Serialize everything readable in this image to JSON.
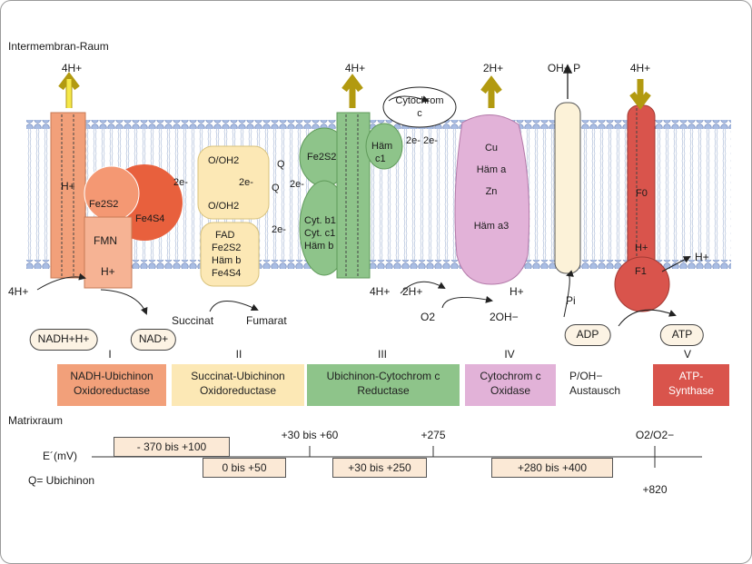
{
  "regions": {
    "intermembrane": "Intermembran-Raum",
    "matrix": "Matrixraum"
  },
  "proton_outputs": {
    "complex1": "4H+",
    "complex3": "4H+",
    "complex4": "2H+",
    "antiporter": "OH+ P",
    "atp_synthase": "4H+"
  },
  "complex1": {
    "fe2s2": "Fe2S2",
    "fe4s4": "Fe4S4",
    "fmn": "FMN",
    "h_top": "H+",
    "h_bottom": "H+",
    "h_in": "4H+",
    "substrate": "NADH+H+",
    "product": "NAD+",
    "roman": "I",
    "name_line1": "NADH-Ubichinon",
    "name_line2": "Oxidoreductase"
  },
  "complex2": {
    "oo1": "O/OH2",
    "oo2": "O/OH2",
    "e_left": "2e-",
    "e_right": "2e-",
    "fad": "FAD",
    "fe2s2": "Fe2S2",
    "hamb": "Häm b",
    "fe4s4": "Fe4S4",
    "substrate": "Succinat",
    "product": "Fumarat",
    "roman": "II",
    "name_line1": "Succinat-Ubichinon",
    "name_line2": "Oxidoreductase"
  },
  "q_labels": {
    "q1": "Q",
    "q2": "Q",
    "e1": "2e-",
    "e2": "2e-"
  },
  "complex3": {
    "fe2s2": "Fe2S2",
    "cytb1": "Cyt. b1",
    "cytc1": "Cyt. c1",
    "hamb": "Häm b",
    "h_in": "4H+",
    "roman": "III",
    "name_line1": "Ubichinon-Cytochrom c",
    "name_line2": "Reductase"
  },
  "cytochrome_c": {
    "line1": "Cytochrom",
    "line2": "c",
    "ham_c1_line1": "Häm",
    "ham_c1_line2": "c1",
    "e_transfer": "2e- 2e-"
  },
  "complex4": {
    "cu": "Cu",
    "hama": "Häm a",
    "zn": "Zn",
    "hama3": "Häm a3",
    "h_in": "2H+",
    "o2": "O2",
    "h_out": "H+",
    "oh": "2OH−",
    "roman": "IV",
    "name_line1": "Cytochrom c",
    "name_line2": "Oxidase"
  },
  "antiporter": {
    "pi": "Pi",
    "adp": "ADP",
    "name_line1": "P/OH−",
    "name_line2": "Austausch"
  },
  "atp_synthase": {
    "f0": "F0",
    "h": "H+",
    "f1": "F1",
    "h_out": "H+",
    "atp": "ATP",
    "roman": "V",
    "name_line1": "ATP-",
    "name_line2": "Synthase"
  },
  "redox": {
    "axis_label": "E´(mV)",
    "q_note": "Q= Ubichinon",
    "ranges": [
      "- 370 bis +100",
      "0 bis +50",
      "+30 bis +250",
      "+280 bis +400"
    ],
    "ticks": [
      "+30 bis +60",
      "+275",
      "O2/O2−",
      "+820"
    ]
  },
  "colors": {
    "complex1": "#f2a07a",
    "complex2": "#fce8b5",
    "complex3": "#8ec48a",
    "complex4": "#e2b2d8",
    "atp_synthase": "#d9544c",
    "membrane_head": "#9fb4de",
    "proton_arrow": "#f5e84a"
  }
}
